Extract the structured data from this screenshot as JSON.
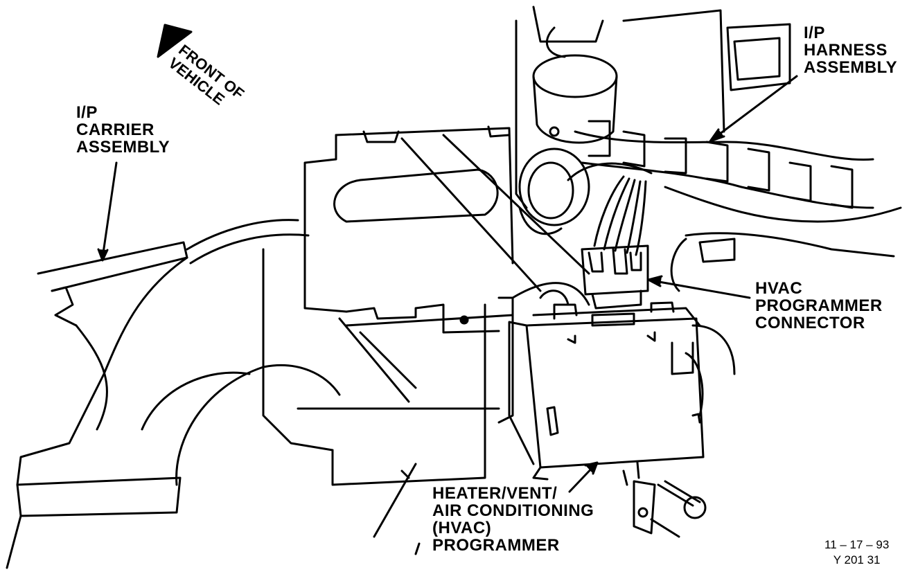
{
  "diagram": {
    "labels": {
      "front_of_vehicle": [
        "FRONT OF",
        "VEHICLE"
      ],
      "ip_carrier": [
        "I/P",
        "CARRIER",
        "ASSEMBLY"
      ],
      "ip_harness": [
        "I/P",
        "HARNESS",
        "ASSEMBLY"
      ],
      "hvac_connector": [
        "HVAC",
        "PROGRAMMER",
        "CONNECTOR"
      ],
      "hvac_programmer": [
        "HEATER/VENT/",
        "AIR CONDITIONING",
        "(HVAC)",
        "PROGRAMMER"
      ]
    },
    "figure_code": {
      "date": "11 – 17 – 93",
      "id": "Y 201 31"
    },
    "colors": {
      "ink": "#000000",
      "paper": "#ffffff"
    }
  }
}
